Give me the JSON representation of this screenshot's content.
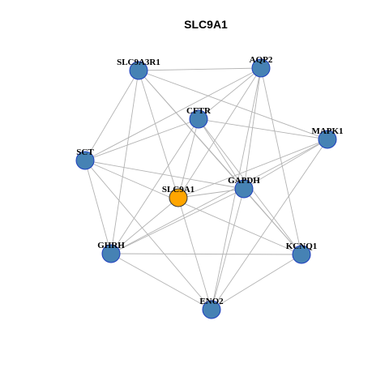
{
  "title": "SLC9A1",
  "colors": {
    "node_fill": "#4682B4",
    "node_stroke": "#1f3fbf",
    "center_fill": "#FFA500",
    "center_stroke": "#3a3a3a",
    "edge": "#b3b3b3"
  },
  "nodes": [
    {
      "id": "SLC9A3R1",
      "label": "SLC9A3R1",
      "center": false
    },
    {
      "id": "AQP2",
      "label": "AQP2",
      "center": false
    },
    {
      "id": "CFTR",
      "label": "CFTR",
      "center": false
    },
    {
      "id": "MAPK1",
      "label": "MAPK1",
      "center": false
    },
    {
      "id": "SCT",
      "label": "SCT",
      "center": false
    },
    {
      "id": "GAPDH",
      "label": "GAPDH",
      "center": false
    },
    {
      "id": "SLC9A1",
      "label": "SLC9A1",
      "center": true
    },
    {
      "id": "KCNQ1",
      "label": "KCNQ1",
      "center": false
    },
    {
      "id": "GHRH",
      "label": "GHRH",
      "center": false
    },
    {
      "id": "ENO2",
      "label": "ENO2",
      "center": false
    }
  ],
  "edges": [
    [
      "SLC9A3R1",
      "AQP2"
    ],
    [
      "SLC9A3R1",
      "MAPK1"
    ],
    [
      "SLC9A3R1",
      "SCT"
    ],
    [
      "SLC9A3R1",
      "GAPDH"
    ],
    [
      "SLC9A3R1",
      "SLC9A1"
    ],
    [
      "SLC9A3R1",
      "GHRH"
    ],
    [
      "SLC9A3R1",
      "KCNQ1"
    ],
    [
      "AQP2",
      "CFTR"
    ],
    [
      "AQP2",
      "SCT"
    ],
    [
      "AQP2",
      "GAPDH"
    ],
    [
      "AQP2",
      "SLC9A1"
    ],
    [
      "AQP2",
      "KCNQ1"
    ],
    [
      "AQP2",
      "ENO2"
    ],
    [
      "CFTR",
      "MAPK1"
    ],
    [
      "CFTR",
      "SCT"
    ],
    [
      "CFTR",
      "GAPDH"
    ],
    [
      "CFTR",
      "SLC9A1"
    ],
    [
      "CFTR",
      "GHRH"
    ],
    [
      "CFTR",
      "KCNQ1"
    ],
    [
      "MAPK1",
      "GAPDH"
    ],
    [
      "MAPK1",
      "SLC9A1"
    ],
    [
      "MAPK1",
      "GHRH"
    ],
    [
      "MAPK1",
      "ENO2"
    ],
    [
      "SCT",
      "GAPDH"
    ],
    [
      "SCT",
      "KCNQ1"
    ],
    [
      "SCT",
      "GHRH"
    ],
    [
      "SCT",
      "ENO2"
    ],
    [
      "GAPDH",
      "SLC9A1"
    ],
    [
      "GAPDH",
      "GHRH"
    ],
    [
      "GAPDH",
      "KCNQ1"
    ],
    [
      "GAPDH",
      "ENO2"
    ],
    [
      "SLC9A1",
      "GHRH"
    ],
    [
      "SLC9A1",
      "ENO2"
    ],
    [
      "GHRH",
      "KCNQ1"
    ],
    [
      "GHRH",
      "ENO2"
    ],
    [
      "KCNQ1",
      "ENO2"
    ]
  ]
}
